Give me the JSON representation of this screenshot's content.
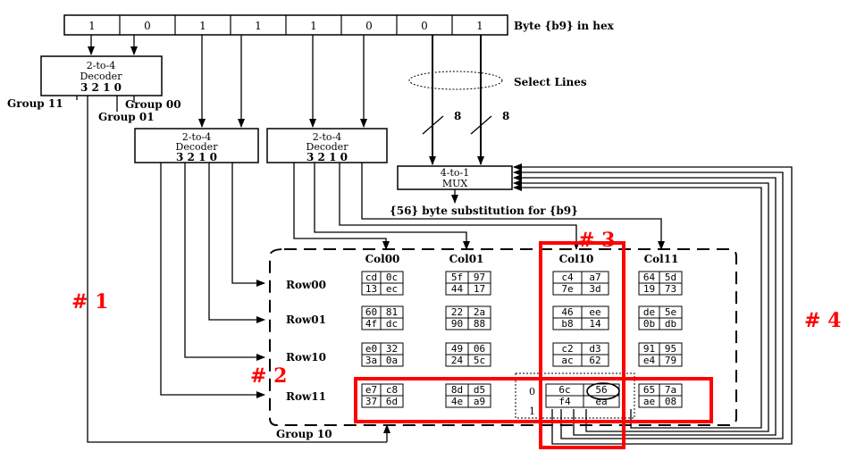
{
  "colors": {
    "highlight": "#ff0000",
    "stroke": "#000000"
  },
  "byte_bits": [
    "1",
    "0",
    "1",
    "1",
    "1",
    "0",
    "0",
    "1"
  ],
  "byte_label": "Byte {b9} in hex",
  "select_lines_label": "Select Lines",
  "bus_width_a": "8",
  "bus_width_b": "8",
  "decoder_group": {
    "line1": "2-to-4",
    "line2": "Decoder",
    "pins": "3 2 1 0"
  },
  "decoder_row": {
    "line1": "2-to-4",
    "line2": "Decoder",
    "pins": "3 2 1 0"
  },
  "decoder_col": {
    "line1": "2-to-4",
    "line2": "Decoder",
    "pins": "3 2 1 0"
  },
  "group_labels": {
    "g11": "Group 11",
    "g00": "Group 00",
    "g01": "Group 01",
    "g10": "Group 10"
  },
  "mux": {
    "line1": "4-to-1",
    "line2": "MUX"
  },
  "output_label": "{56} byte substitution for {b9}",
  "col_headers": [
    "Col00",
    "Col01",
    "Col10",
    "Col11"
  ],
  "row_headers": [
    "Row00",
    "Row01",
    "Row10",
    "Row11"
  ],
  "sbox": [
    [
      [
        "cd",
        "0c",
        "13",
        "ec"
      ],
      [
        "5f",
        "97",
        "44",
        "17"
      ],
      [
        "c4",
        "a7",
        "7e",
        "3d"
      ],
      [
        "64",
        "5d",
        "19",
        "73"
      ]
    ],
    [
      [
        "60",
        "81",
        "4f",
        "dc"
      ],
      [
        "22",
        "2a",
        "90",
        "88"
      ],
      [
        "46",
        "ee",
        "b8",
        "14"
      ],
      [
        "de",
        "5e",
        "0b",
        "db"
      ]
    ],
    [
      [
        "e0",
        "32",
        "3a",
        "0a"
      ],
      [
        "49",
        "06",
        "24",
        "5c"
      ],
      [
        "c2",
        "d3",
        "ac",
        "62"
      ],
      [
        "91",
        "95",
        "e4",
        "79"
      ]
    ],
    [
      [
        "e7",
        "c8",
        "37",
        "6d"
      ],
      [
        "8d",
        "d5",
        "4e",
        "a9"
      ],
      [
        "6c",
        "56",
        "f4",
        "ea"
      ],
      [
        "65",
        "7a",
        "ae",
        "08"
      ]
    ]
  ],
  "inner_bits": [
    "0",
    "1"
  ],
  "markers": {
    "m1": "# 1",
    "m2": "# 2",
    "m3": "# 3",
    "m4": "# 4"
  }
}
